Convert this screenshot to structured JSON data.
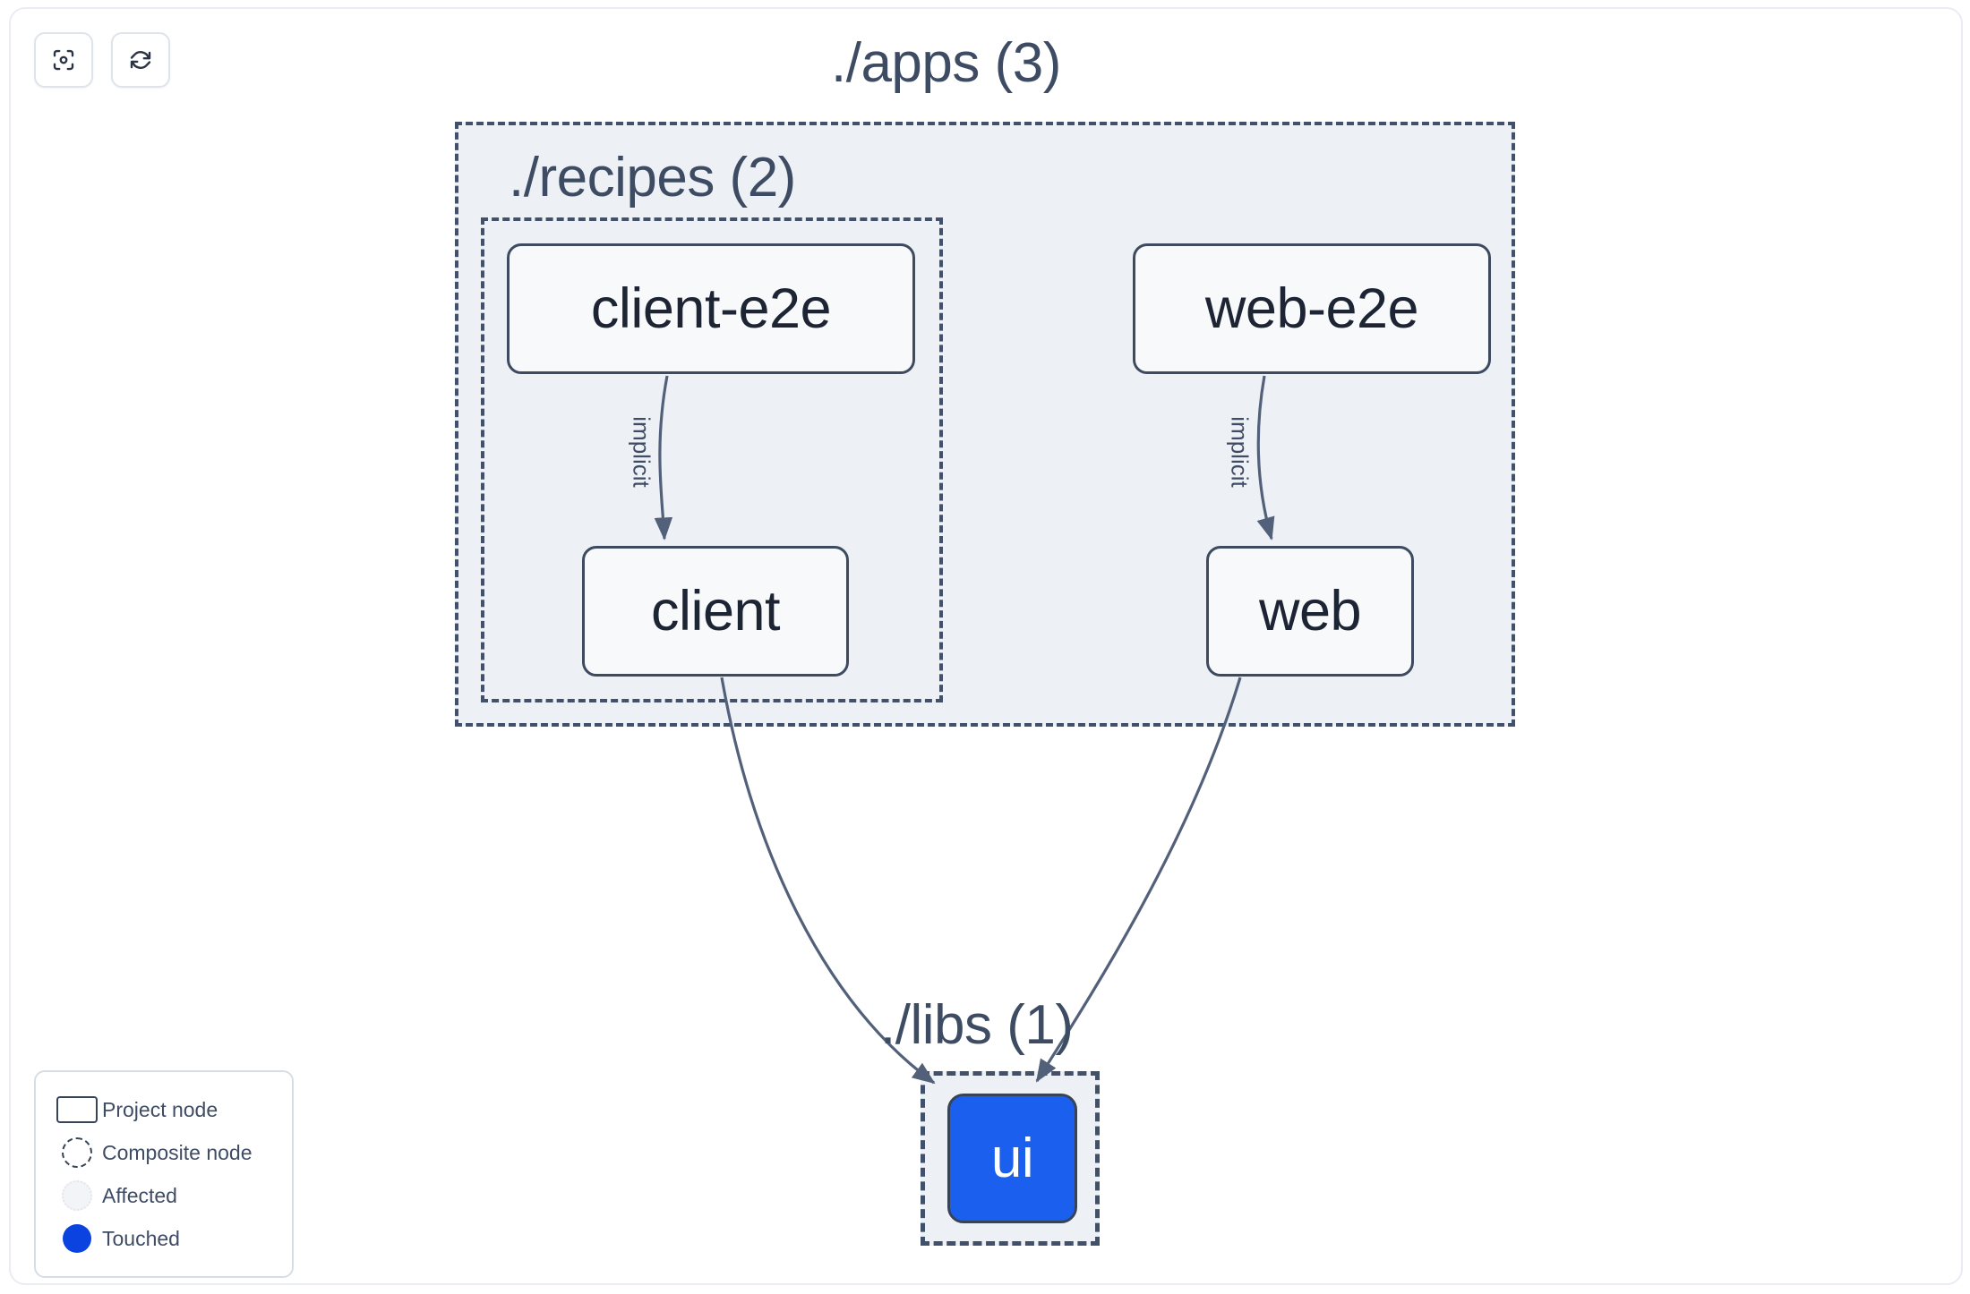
{
  "toolbar": {
    "buttons": [
      {
        "name": "focus-graph-button",
        "icon": "focus-target-icon",
        "label": ""
      },
      {
        "name": "refresh-graph-button",
        "icon": "refresh-sync-icon",
        "label": ""
      }
    ]
  },
  "graph": {
    "groups": [
      {
        "id": "apps",
        "label": "./apps (3)"
      },
      {
        "id": "recipes",
        "label": "./recipes (2)"
      },
      {
        "id": "libs",
        "label": "./libs (1)"
      }
    ],
    "nodes": [
      {
        "id": "client-e2e",
        "label": "client-e2e",
        "state": "normal"
      },
      {
        "id": "web-e2e",
        "label": "web-e2e",
        "state": "normal"
      },
      {
        "id": "client",
        "label": "client",
        "state": "normal"
      },
      {
        "id": "web",
        "label": "web",
        "state": "normal"
      },
      {
        "id": "ui",
        "label": "ui",
        "state": "touched"
      }
    ],
    "edges": [
      {
        "from": "client-e2e",
        "to": "client",
        "label": "implicit"
      },
      {
        "from": "web-e2e",
        "to": "web",
        "label": "implicit"
      },
      {
        "from": "client",
        "to": "ui",
        "label": ""
      },
      {
        "from": "web",
        "to": "ui",
        "label": ""
      }
    ]
  },
  "legend": {
    "items": [
      {
        "swatch": "project-node-swatch",
        "label": "Project node"
      },
      {
        "swatch": "composite-node-swatch",
        "label": "Composite node"
      },
      {
        "swatch": "affected-swatch",
        "label": "Affected"
      },
      {
        "swatch": "touched-swatch",
        "label": "Touched"
      }
    ]
  },
  "colors": {
    "touched": "#0a43e0",
    "node_selected_fill": "#1a5fee",
    "group_fill": "#edf0f5",
    "group_border": "#41506b",
    "node_border": "#3d4a60",
    "text": "#1d2433",
    "edge": "#52607a"
  }
}
